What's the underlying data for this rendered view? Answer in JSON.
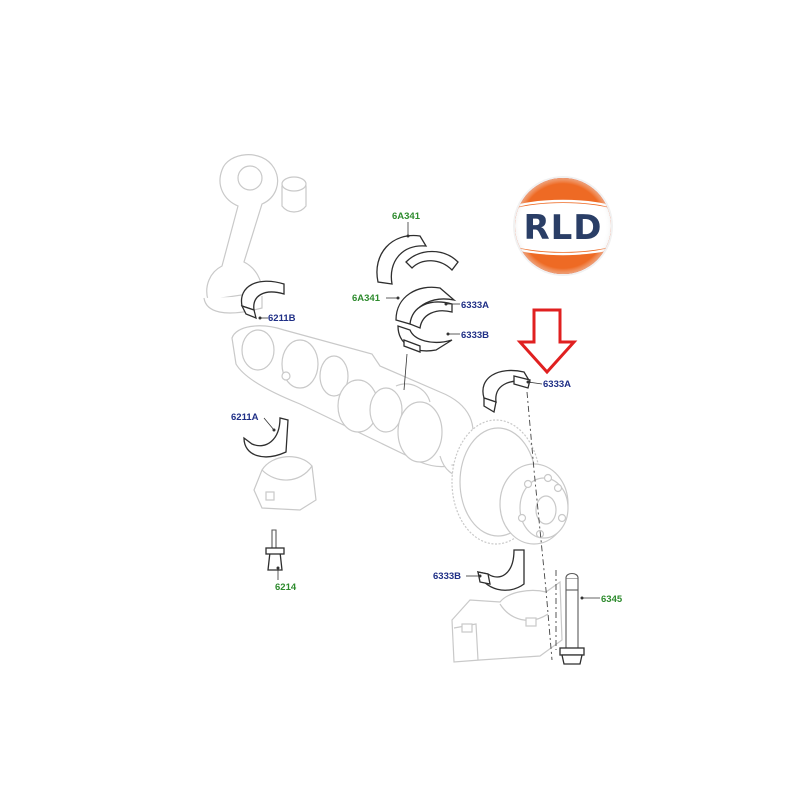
{
  "logo": {
    "text": "RLD",
    "colors": {
      "orange": "#ee6a24",
      "navy": "#2a3e66",
      "white": "#ffffff"
    }
  },
  "callouts": [
    {
      "id": "6A341-top",
      "code": "6A341",
      "kind": "green"
    },
    {
      "id": "6A341-bottom",
      "code": "6A341",
      "kind": "green"
    },
    {
      "id": "6333A-upper",
      "code": "6333A",
      "kind": "blue"
    },
    {
      "id": "6333B-upper",
      "code": "6333B",
      "kind": "blue"
    },
    {
      "id": "6211B",
      "code": "6211B",
      "kind": "blue"
    },
    {
      "id": "6211A",
      "code": "6211A",
      "kind": "blue"
    },
    {
      "id": "6333A-highlighted",
      "code": "6333A",
      "kind": "blue"
    },
    {
      "id": "6214",
      "code": "6214",
      "kind": "green"
    },
    {
      "id": "6333B-lower",
      "code": "6333B",
      "kind": "blue"
    },
    {
      "id": "6345",
      "code": "6345",
      "kind": "green"
    }
  ],
  "colors": {
    "label_green": "#2e8b2e",
    "label_blue": "#1f2f86",
    "arrow_red": "#e02020"
  }
}
